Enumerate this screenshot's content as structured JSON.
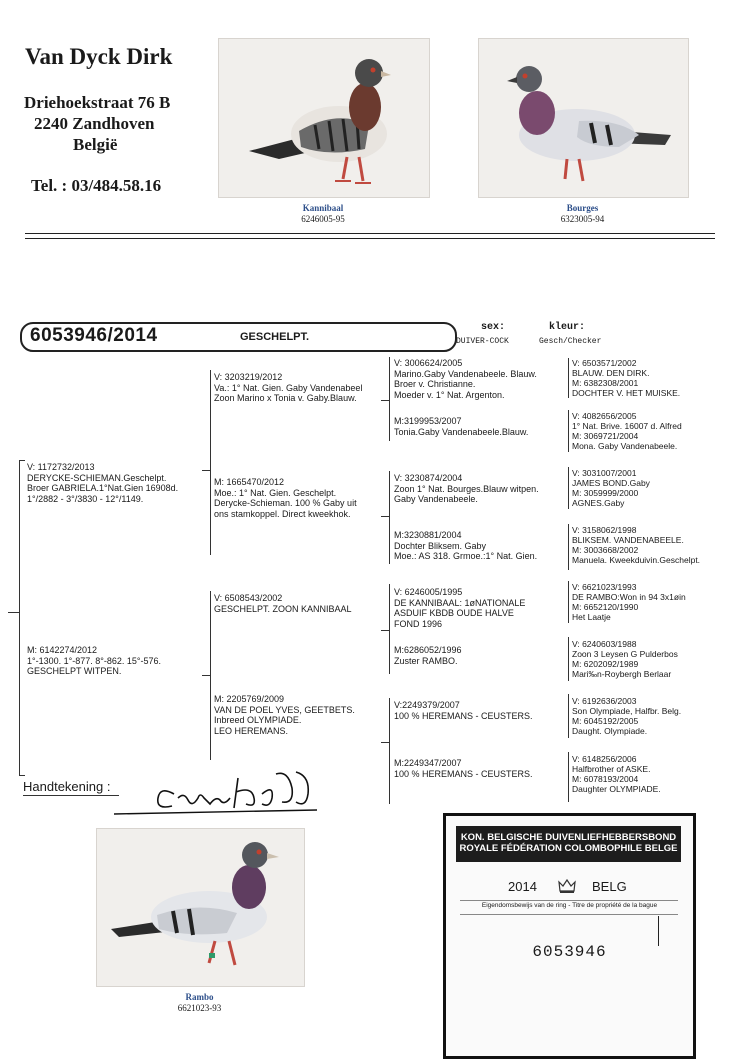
{
  "owner": {
    "name": "Van Dyck Dirk",
    "street": "Driehoekstraat 76 B",
    "city": "2240 Zandhoven",
    "country": "België",
    "phone": "Tel. : 03/484.58.16"
  },
  "photos": {
    "sire_top": {
      "name": "Kannibaal",
      "ring": "6246005-95"
    },
    "dam_top": {
      "name": "Bourges",
      "ring": "6323005-94"
    },
    "bottom": {
      "name": "Rambo",
      "ring": "6621023-93"
    }
  },
  "bird": {
    "ring": "6053946/2014",
    "description": "GESCHELPT.",
    "sex_label": "sex:",
    "color_label": "kleur:",
    "sex": "DUIVER-COCK",
    "color": "Gesch/Checker"
  },
  "gen1": {
    "sire": "V:  1172732/2013\nDERYCKE-SCHIEMAN.Geschelpt.\nBroer GABRIELA.1°Nat.Gien 16908d.\n1°/2882 - 3°/3830 - 12°/1149.",
    "dam": "M:  6142274/2012\n1°-1300. 1°-877. 8°-862. 15°-576.\nGESCHELPT WITPEN."
  },
  "gen2": [
    "V: 3203219/2012\nVa.: 1° Nat. Gien. Gaby Vandenabeel\nZoon Marino x Tonia v. Gaby.Blauw.",
    "M: 1665470/2012\nMoe.: 1° Nat. Gien. Geschelpt.\nDerycke-Schieman. 100 % Gaby uit\nons stamkoppel. Direct kweekhok.",
    "V:  6508543/2002\nGESCHELPT. ZOON KANNIBAAL",
    "M:  2205769/2009\nVAN DE POEL YVES, GEETBETS.\nInbreed OLYMPIADE.\nLEO HEREMANS."
  ],
  "gen3": [
    "V: 3006624/2005\nMarino.Gaby Vandenabeele. Blauw.\nBroer v. Christianne.\nMoeder v. 1° Nat. Argenton.",
    "M:3199953/2007\nTonia.Gaby Vandenabeele.Blauw.",
    "V:  3230874/2004\nZoon 1° Nat. Bourges.Blauw witpen.\nGaby Vandenabeele.",
    "M:3230881/2004\nDochter Bliksem. Gaby\nMoe.: AS 318. Grmoe.:1° Nat. Gien.",
    "V:  6246005/1995\nDE KANNIBAAL: 1øNATIONALE\nASDUIF KBDB OUDE HALVE\nFOND 1996",
    "M:6286052/1996\nZuster RAMBO.",
    "V:2249379/2007\n100 % HEREMANS - CEUSTERS.",
    "M:2249347/2007\n100 % HEREMANS - CEUSTERS."
  ],
  "gen4": [
    "V:  6503571/2002\n       BLAUW. DEN DIRK.\nM:  6382308/2001\n       DOCHTER V. HET MUISKE.",
    "V:  4082656/2005\n       1° Nat. Brive. 16007 d. Alfred\nM:  3069721/2004\n       Mona. Gaby Vandenabeele.",
    "V:  3031007/2001\n       JAMES BOND.Gaby\nM:  3059999/2000\n       AGNES.Gaby",
    "V:  3158062/1998\n       BLIKSEM. VANDENABEELE.\nM:  3003668/2002\n       Manuela. Kweekduivin.Geschelpt.",
    "V:  6621023/1993\n       DE RAMBO:Won in 94 3x1øin\nM:  6652120/1990\n       Het Laatje",
    "V:  6240603/1988\n       Zoon 3 Leysen G Pulderbos\nM:  6202092/1989\n       Mari‰n-Roybergh Berlaar",
    "V:  6192636/2003\n       Son Olympiade, Halfbr. Belg.\nM:  6045192/2005\n       Daught. Olympiade.",
    "V:  6148256/2006\n       Halfbrother of ASKE.\nM:  6078193/2004\n       Daughter OLYMPIADE."
  ],
  "signature": {
    "label": "Handtekening :"
  },
  "certificate": {
    "line1": "KON. BELGISCHE DUIVENLIEFHEBBERSBOND",
    "line2": "ROYALE FÉDÉRATION COLOMBOPHILE BELGE",
    "year": "2014",
    "country": "BELG",
    "subtitle": "Eigendomsbewijs van de ring - Titre de propriété de la bague",
    "number": "6053946"
  }
}
